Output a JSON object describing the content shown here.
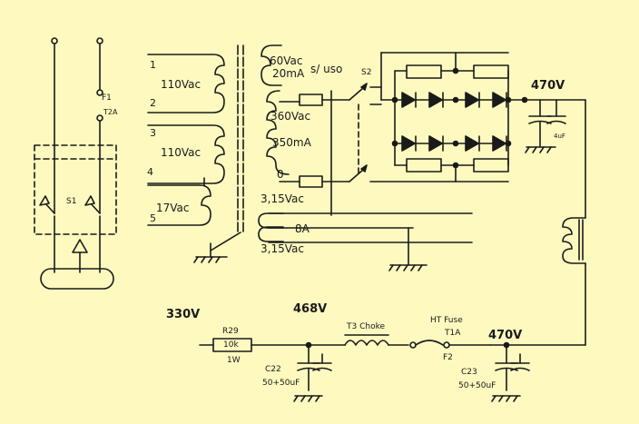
{
  "colors": {
    "background": "#fdf9bf",
    "ink": "#1a1a1a"
  },
  "transformer": {
    "primary_pins": [
      "1",
      "2",
      "3",
      "4",
      "5"
    ],
    "primary_windings": [
      "110Vac",
      "110Vac",
      "17Vac"
    ],
    "secondary": {
      "hv_top": [
        "60Vac",
        "20mA"
      ],
      "hv_main": [
        "360Vac",
        "350mA"
      ],
      "tap_zero": "0",
      "heater_1": "3,15Vac",
      "heater_current": "8A",
      "heater_2": "3,15Vac"
    }
  },
  "switches": {
    "s2_note": "s/ uso",
    "s2": "S2",
    "s1": "S1"
  },
  "fuses": {
    "f1": "F1",
    "f1_rating": "T2A",
    "f2": "F2",
    "f2_title": "HT Fuse",
    "f2_rating": "T1A"
  },
  "power_supply": {
    "voltage_top": "470V",
    "reservoir_cap": "4uF"
  },
  "filter": {
    "v_330": "330V",
    "v_468": "468V",
    "v_470": "470V",
    "r29_ref": "R29",
    "r29_value": "10k",
    "r29_power": "1W",
    "choke": "T3 Choke",
    "c22_ref": "C22",
    "c22_value": "50+50uF",
    "c23_ref": "C23",
    "c23_value": "50+50uF"
  }
}
